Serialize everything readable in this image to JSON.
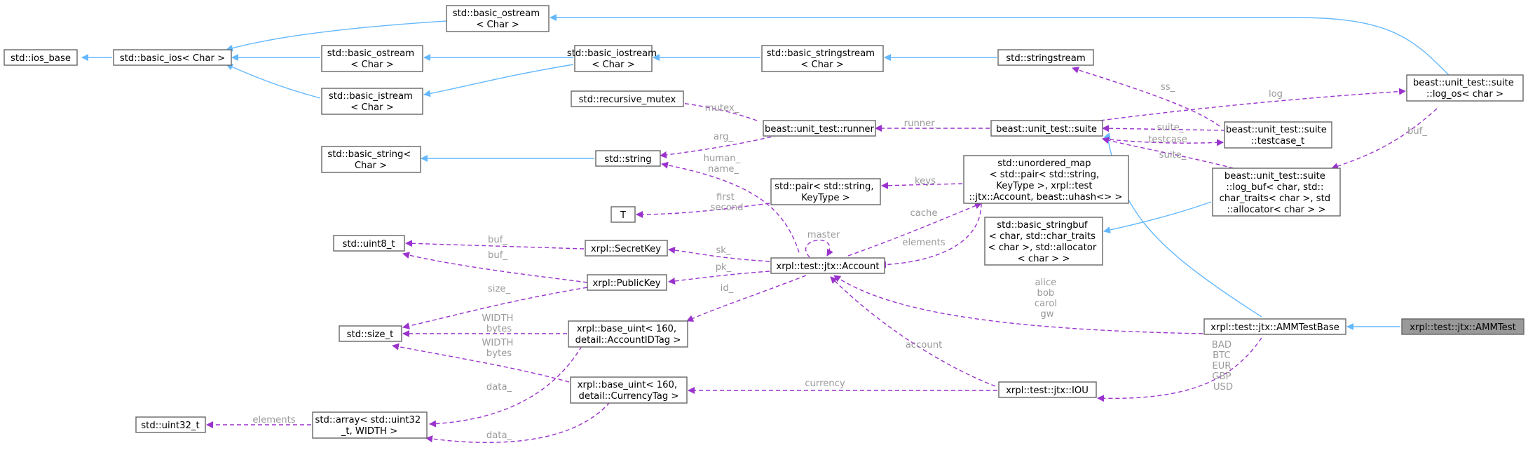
{
  "colors": {
    "inheritance": "#63b8ff",
    "usage": "#9a32cd",
    "current_node": "#999999",
    "label": "#9a9a9a"
  },
  "nodes": {
    "ios_base": {
      "lines": [
        "std::ios_base"
      ]
    },
    "basic_ios": {
      "lines": [
        "std::basic_ios< Char >"
      ]
    },
    "ostream_top": {
      "lines": [
        "std::basic_ostream",
        "< Char >"
      ]
    },
    "ostream": {
      "lines": [
        "std::basic_ostream",
        "< Char >"
      ]
    },
    "istream": {
      "lines": [
        "std::basic_istream",
        "< Char >"
      ]
    },
    "iostream": {
      "lines": [
        "std::basic_iostream",
        "< Char >"
      ]
    },
    "sstream_tpl": {
      "lines": [
        "std::basic_stringstream",
        "< Char >"
      ]
    },
    "stringstream": {
      "lines": [
        "std::stringstream"
      ]
    },
    "log_os": {
      "lines": [
        "beast::unit_test::suite",
        "::log_os< char >"
      ]
    },
    "recursive_mutex": {
      "lines": [
        "std::recursive_mutex"
      ]
    },
    "runner": {
      "lines": [
        "beast::unit_test::runner"
      ]
    },
    "suite": {
      "lines": [
        "beast::unit_test::suite"
      ]
    },
    "testcase_t": {
      "lines": [
        "beast::unit_test::suite",
        "::testcase_t"
      ]
    },
    "basic_string": {
      "lines": [
        "std::basic_string<",
        "Char >"
      ]
    },
    "string": {
      "lines": [
        "std::string"
      ]
    },
    "unordered_map": {
      "lines": [
        "std::unordered_map",
        "< std::pair< std::string,",
        "KeyType >, xrpl::test",
        "::jtx::Account, beast::uhash<> >"
      ]
    },
    "log_buf": {
      "lines": [
        "beast::unit_test::suite",
        "::log_buf< char, std::",
        "char_traits< char >, std",
        "::allocator< char > >"
      ]
    },
    "T": {
      "lines": [
        "T"
      ]
    },
    "pair": {
      "lines": [
        "std::pair< std::string,",
        "KeyType >"
      ]
    },
    "stringbuf": {
      "lines": [
        "std::basic_stringbuf",
        "< char, std::char_traits",
        "< char >, std::allocator",
        "< char > >"
      ]
    },
    "uint8": {
      "lines": [
        "std::uint8_t"
      ]
    },
    "secretkey": {
      "lines": [
        "xrpl::SecretKey"
      ]
    },
    "account": {
      "lines": [
        "xrpl::test::jtx::Account"
      ]
    },
    "publickey": {
      "lines": [
        "xrpl::PublicKey"
      ]
    },
    "size_t": {
      "lines": [
        "std::size_t"
      ]
    },
    "acct_uint": {
      "lines": [
        "xrpl::base_uint< 160,",
        "detail::AccountIDTag >"
      ]
    },
    "ammtestbase": {
      "lines": [
        "xrpl::test::jtx::AMMTestBase"
      ]
    },
    "ammtest": {
      "lines": [
        "xrpl::test::jtx::AMMTest"
      ]
    },
    "cur_uint": {
      "lines": [
        "xrpl::base_uint< 160,",
        "detail::CurrencyTag >"
      ]
    },
    "iou": {
      "lines": [
        "xrpl::test::jtx::IOU"
      ]
    },
    "uint32": {
      "lines": [
        "std::uint32_t"
      ]
    },
    "array": {
      "lines": [
        "std::array< std::uint32",
        "_t, WIDTH >"
      ]
    }
  },
  "edge_labels": {
    "mutex": [
      "mutex_"
    ],
    "runner": [
      "runner_"
    ],
    "arg": [
      "arg_"
    ],
    "log": [
      "log"
    ],
    "ss": [
      "ss_"
    ],
    "suite1": [
      "suite_"
    ],
    "testcase": [
      "testcase"
    ],
    "suite2": [
      "suite_"
    ],
    "buf_logos": [
      "buf_"
    ],
    "human_name": [
      "human_",
      "name_"
    ],
    "keys": [
      "keys"
    ],
    "first_second": [
      "first",
      "second"
    ],
    "cache": [
      "cache"
    ],
    "master": [
      "master"
    ],
    "elements_acct": [
      "elements"
    ],
    "buf_sk": [
      "buf_"
    ],
    "sk": [
      "sk_"
    ],
    "buf_pk": [
      "buf_"
    ],
    "pk": [
      "pk_"
    ],
    "size": [
      "size_"
    ],
    "id": [
      "id_"
    ],
    "width_bytes1": [
      "WIDTH",
      "bytes"
    ],
    "width_bytes2": [
      "WIDTH",
      "bytes"
    ],
    "alice": [
      "alice",
      "bob",
      "carol",
      "gw"
    ],
    "account": [
      "account"
    ],
    "currencies": [
      "BAD",
      "BTC",
      "EUR",
      "GBP",
      "USD"
    ],
    "currency": [
      "currency"
    ],
    "data1": [
      "data_"
    ],
    "elements_arr": [
      "elements"
    ],
    "data2": [
      "data_"
    ]
  }
}
